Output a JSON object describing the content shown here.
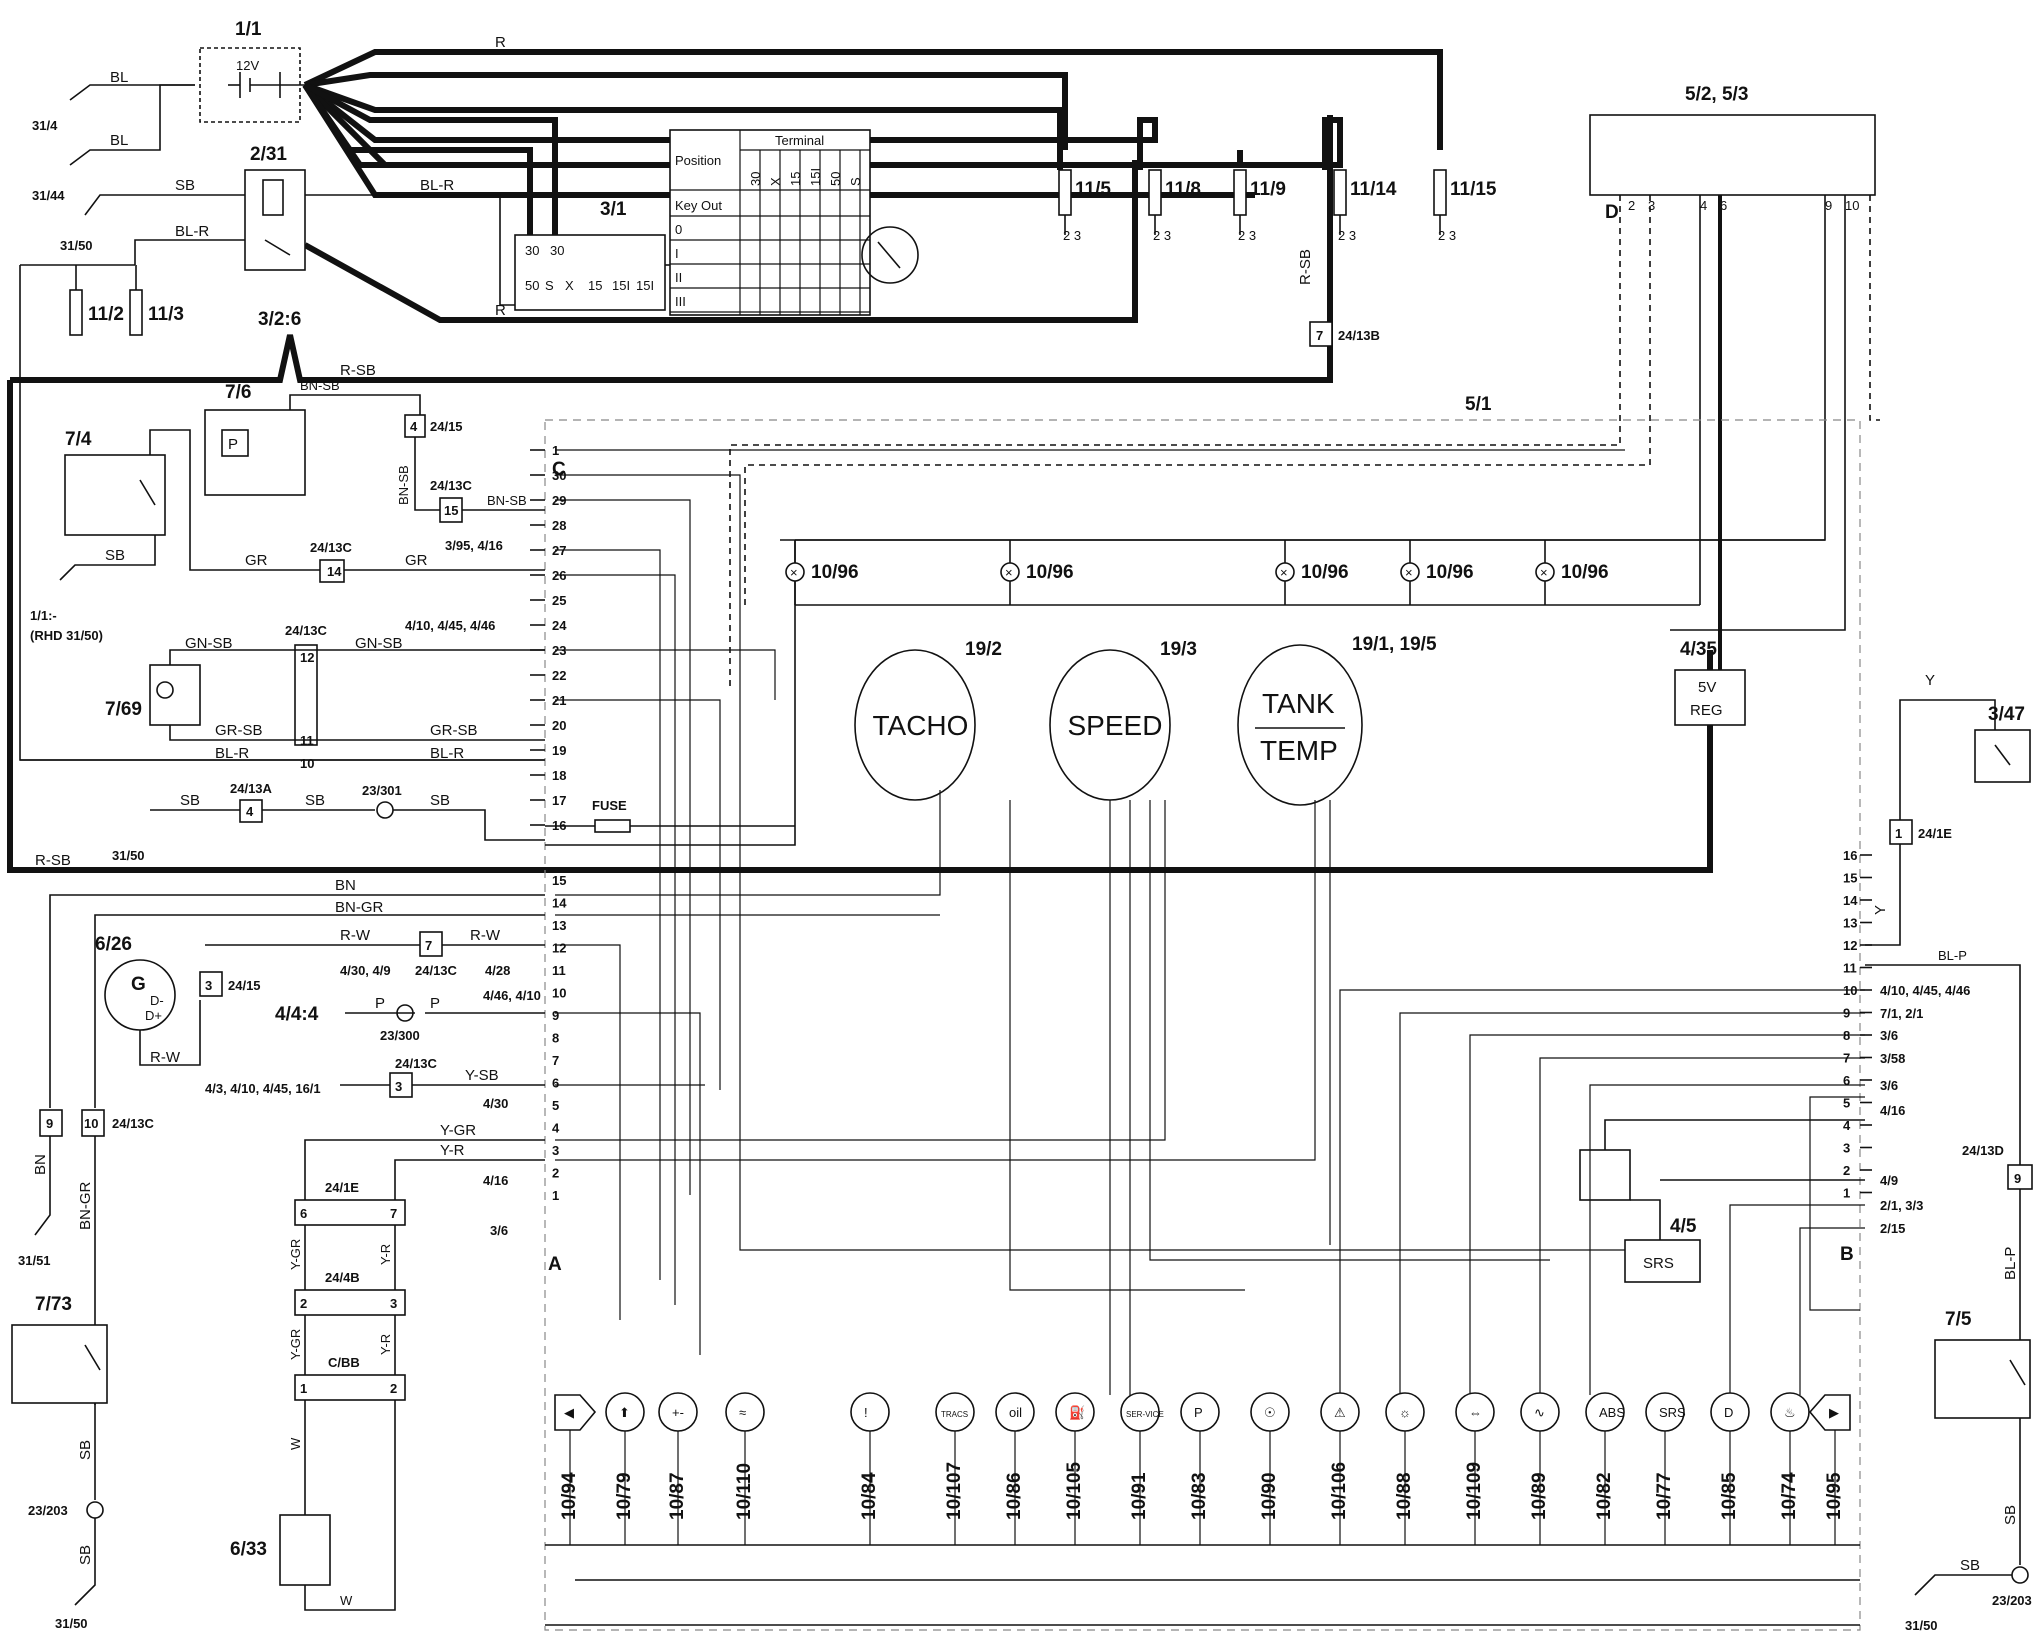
{
  "components": {
    "battery": "1/1",
    "battery_v": "12V",
    "relay_start": "2/31",
    "fuse_a": "11/2",
    "fuse_b": "11/3",
    "splice": "3/2:6",
    "ign_switch": "3/1",
    "fuses_top": [
      "11/5",
      "11/8",
      "11/9",
      "11/14",
      "11/15"
    ],
    "ctrl_module": "5/2, 5/3",
    "cluster": "5/1",
    "sensor_a": "7/4",
    "sensor_b": "7/6",
    "sensor_c": "7/69",
    "alternator": "6/26",
    "sensor_d": "7/73",
    "sensor_e": "6/33",
    "sensor_f": "3/47",
    "sensor_g": "7/5",
    "reg_id": "4/35",
    "reg_l1": "5V",
    "reg_l2": "REG",
    "srs_id": "4/5",
    "srs_label": "SRS",
    "fuse_label": "FUSE"
  },
  "ground_labels": [
    "31/4",
    "31/44",
    "31/50",
    "31/50",
    "31/51",
    "31/50",
    "31/50"
  ],
  "rhd_label": "1/1:-",
  "rhd_label2": "(RHD 31/50)",
  "connectors": [
    "24/15",
    "24/13C",
    "24/13C",
    "24/13C",
    "24/13A",
    "24/13B",
    "24/15",
    "24/13C",
    "24/13C",
    "24/1E",
    "24/4B",
    "C/BB",
    "24/1E",
    "24/13D",
    "24/13C"
  ],
  "splices": [
    "23/301",
    "23/300",
    "23/203",
    "23/203"
  ],
  "gauges": [
    {
      "id": "19/2",
      "label": "TACHO"
    },
    {
      "id": "19/3",
      "label": "SPEED"
    },
    {
      "id": "19/1, 19/5",
      "label": "TANK",
      "label2": "TEMP"
    }
  ],
  "lamps": [
    "10/96",
    "10/96",
    "10/96",
    "10/96",
    "10/96"
  ],
  "wire_colors": {
    "r": "R",
    "bl": "BL",
    "sb": "SB",
    "blr": "BL-R",
    "rsb": "R-SB",
    "bnsb": "BN-SB",
    "gr": "GR",
    "gnsb": "GN-SB",
    "grsb": "GR-SB",
    "bn": "BN",
    "bngr": "BN-GR",
    "rw": "R-W",
    "p": "P",
    "ysb": "Y-SB",
    "ygr": "Y-GR",
    "yr": "Y-R",
    "w": "W",
    "y": "Y",
    "blp": "BL-P"
  },
  "switch_table": {
    "title": "Terminal",
    "position_label": "Position",
    "columns": [
      "30",
      "X",
      "15",
      "15I",
      "50",
      "S"
    ],
    "rows": [
      "Key Out",
      "0",
      "I",
      "II",
      "III"
    ]
  },
  "ign_terminals": [
    "30",
    "30",
    "50",
    "S",
    "X",
    "15",
    "15I",
    "15I"
  ],
  "connector_c": {
    "letter": "C",
    "pins": [
      "1",
      "30",
      "29",
      "28",
      "27",
      "26",
      "25",
      "24",
      "23",
      "22",
      "21",
      "20",
      "19",
      "18",
      "17",
      "16"
    ],
    "refs": {
      "29": "3/95, 4/16",
      "26": "4/10, 4/45, 4/46"
    }
  },
  "connector_a": {
    "letter": "A",
    "pins": [
      "15",
      "14",
      "13",
      "12",
      "11",
      "10",
      "9",
      "8",
      "7",
      "6",
      "5",
      "4",
      "3",
      "2",
      "1"
    ],
    "refs": [
      "4/30, 4/9",
      "4/28",
      "4/46, 4/10",
      "4/3, 4/10, 4/45, 16/1",
      "4/30",
      "4/16",
      "3/6"
    ],
    "alt_terminal": "4/4:4"
  },
  "connector_b": {
    "letter": "B",
    "pins": [
      "16",
      "15",
      "14",
      "13",
      "12",
      "11",
      "10",
      "9",
      "8",
      "7",
      "6",
      "5",
      "4",
      "3",
      "2",
      "1"
    ],
    "refs": [
      "4/10, 4/45, 4/46",
      "7/1, 2/1",
      "3/6",
      "3/58",
      "3/6",
      "4/16",
      "4/9",
      "2/1, 3/3",
      "2/15"
    ]
  },
  "module_pins": {
    "d": "D",
    "pins": [
      "2",
      "3",
      "4",
      "6",
      "9",
      "10"
    ]
  },
  "indicators": [
    {
      "id": "10/94",
      "glyph": "◀"
    },
    {
      "id": "10/79",
      "glyph": "⬆"
    },
    {
      "id": "10/87",
      "glyph": "+-"
    },
    {
      "id": "10/110",
      "glyph": "≈"
    },
    {
      "id": "10/84",
      "glyph": "!"
    },
    {
      "id": "10/107",
      "glyph": "TRACS"
    },
    {
      "id": "10/86",
      "glyph": "oil"
    },
    {
      "id": "10/105",
      "glyph": "⛽"
    },
    {
      "id": "10/91",
      "glyph": "SER-VICE"
    },
    {
      "id": "10/83",
      "glyph": "P"
    },
    {
      "id": "10/90",
      "glyph": "☉"
    },
    {
      "id": "10/106",
      "glyph": "⚠"
    },
    {
      "id": "10/88",
      "glyph": "☼"
    },
    {
      "id": "10/109",
      "glyph": "⇔"
    },
    {
      "id": "10/89",
      "glyph": "∿"
    },
    {
      "id": "10/82",
      "glyph": "ABS"
    },
    {
      "id": "10/77",
      "glyph": "SRS"
    },
    {
      "id": "10/85",
      "glyph": "D"
    },
    {
      "id": "10/74",
      "glyph": "♨"
    },
    {
      "id": "10/95",
      "glyph": "▶"
    }
  ]
}
